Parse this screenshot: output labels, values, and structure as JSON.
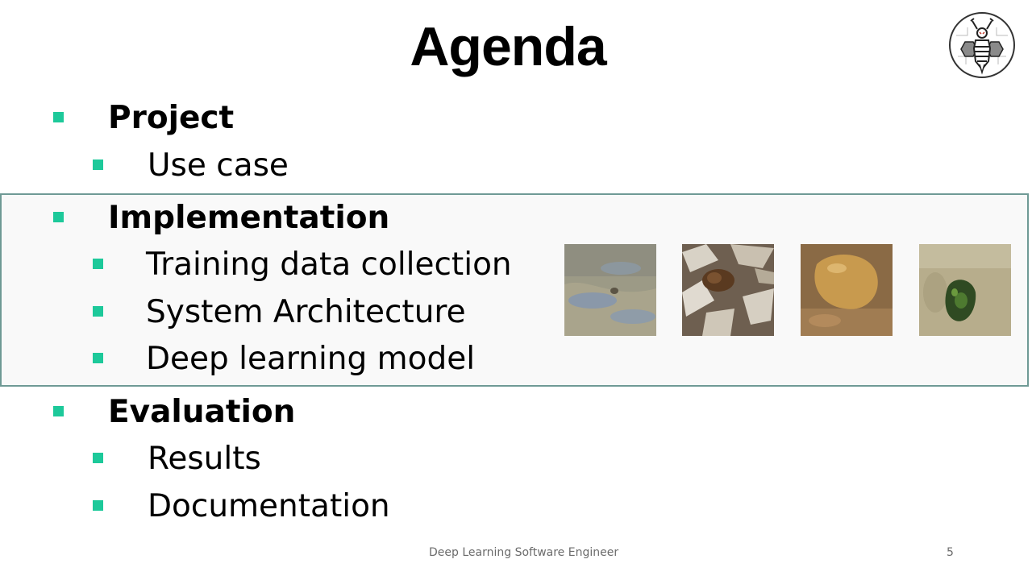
{
  "slide": {
    "title": "Agenda",
    "footer_text": "Deep Learning Software Engineer",
    "page_number": "5"
  },
  "agenda": [
    {
      "label": "Project",
      "children": [
        {
          "label": "Use case"
        }
      ]
    },
    {
      "label": "Implementation",
      "children": [
        {
          "label": "Training data collection"
        },
        {
          "label": "System Architecture"
        },
        {
          "label": "Deep learning model"
        }
      ]
    },
    {
      "label": "Evaluation",
      "children": [
        {
          "label": "Results"
        },
        {
          "label": "Documentation"
        }
      ]
    }
  ],
  "colors": {
    "bullet": "#1dc99a",
    "highlight_border": "#6f9a95"
  },
  "icons": [
    "bee-logo-icon"
  ]
}
